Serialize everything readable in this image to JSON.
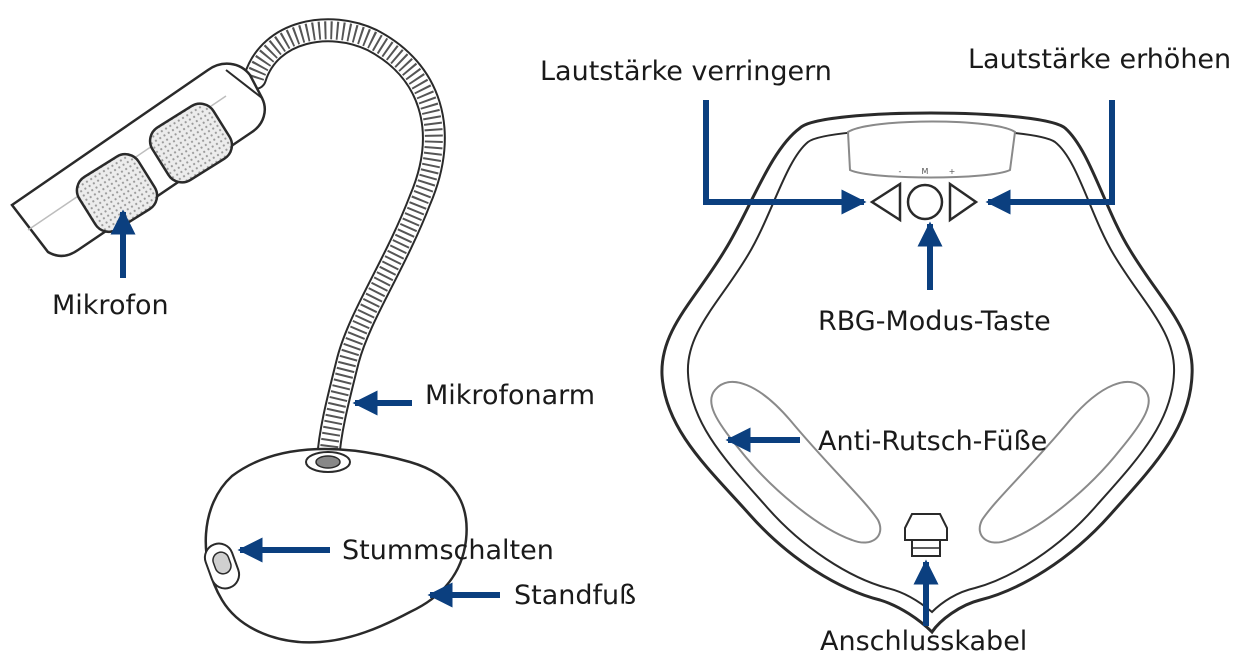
{
  "labels": {
    "mikrofon": "Mikrofon",
    "mikrofonarm": "Mikrofonarm",
    "stummschalten": "Stummschalten",
    "standfuss": "Standfuß",
    "lautstaerke_verringern": "Lautstärke verringern",
    "lautstaerke_erhoehen": "Lautstärke erhöhen",
    "rgb_modus_taste": "RBG-Modus-Taste",
    "anti_rutsch_fuesse": "Anti-Rutsch-Füße",
    "anschlusskabel": "Anschlusskabel"
  },
  "button_marks": {
    "minus": "-",
    "mode": "M",
    "plus": "+"
  },
  "colors": {
    "arrow": "#0b3f7f",
    "outline": "#2a2a2a",
    "text": "#1a1a1a"
  }
}
